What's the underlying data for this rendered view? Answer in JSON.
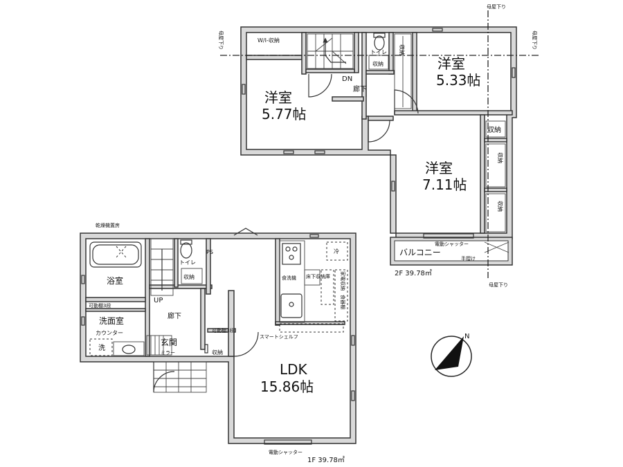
{
  "floor2": {
    "area_label": "2F 39.78㎡",
    "rooms": {
      "western_a_name": "洋室",
      "western_a_size": "5.77帖",
      "western_b_name": "洋室",
      "western_b_size": "5.33帖",
      "western_c_name": "洋室",
      "western_c_size": "7.11帖"
    },
    "labels": {
      "wic": "W/I-収納",
      "toilet": "トイレ",
      "toilet_storage": "収納",
      "storage_b": "収納",
      "hallway": "廊下",
      "stairs_dn": "DN",
      "storage_c1": "収納",
      "storage_c2": "収納",
      "storage_c3": "収納",
      "balcony": "バルコニー",
      "shutter": "電動シャッター",
      "handrail": "手摺け",
      "main_eave_top": "母屋下り",
      "main_eave_left": "母屋下り",
      "main_eave_right": "母屋下り",
      "main_eave_bottom": "母屋下り"
    }
  },
  "floor1": {
    "area_label": "1F 39.78㎡",
    "rooms": {
      "ldk_name": "LDK",
      "ldk_size": "15.86帖"
    },
    "labels": {
      "dryer_room": "乾燥機置房",
      "bath": "浴室",
      "shelf3": "可動棚3段",
      "washroom": "洗面室",
      "counter": "カウンター",
      "wash": "洗",
      "toilet": "トイレ",
      "toilet_storage": "収納",
      "ps": "PS",
      "up": "UP",
      "hallway": "廊下",
      "entrance": "玄関",
      "mirror": "ミラー",
      "shelf3b": "可動棚3段",
      "storage": "収納",
      "smart_shelf": "スマートシェルフ",
      "dishwasher": "食洗機",
      "floor_storage": "床下収納庫",
      "appliance_storage": "家電収納",
      "pantry": "食器棚",
      "fridge": "冷",
      "shutter": "電動シャッター"
    }
  },
  "compass": {
    "label": "N"
  }
}
